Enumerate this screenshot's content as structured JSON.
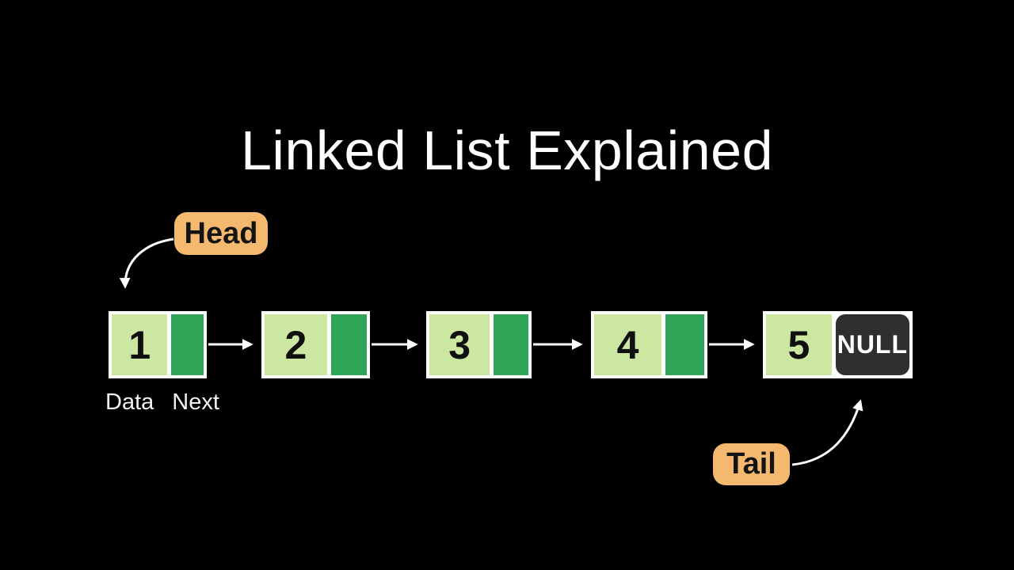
{
  "title": "Linked List Explained",
  "diagram": {
    "head_label": "Head",
    "tail_label": "Tail",
    "data_label": "Data",
    "next_label": "Next",
    "null_label": "NULL",
    "nodes": [
      {
        "value": "1"
      },
      {
        "value": "2"
      },
      {
        "value": "3"
      },
      {
        "value": "4"
      },
      {
        "value": "5"
      }
    ]
  },
  "colors": {
    "background": "#000000",
    "title_text": "#ffffff",
    "node_border": "#ffffff",
    "data_cell_bg": "#cbe7a2",
    "next_cell_bg": "#2ea557",
    "null_cell_bg": "#2f2f2f",
    "null_text": "#ffffff",
    "label_bg": "#f4b96e",
    "label_text": "#141414",
    "arrow": "#ffffff"
  }
}
